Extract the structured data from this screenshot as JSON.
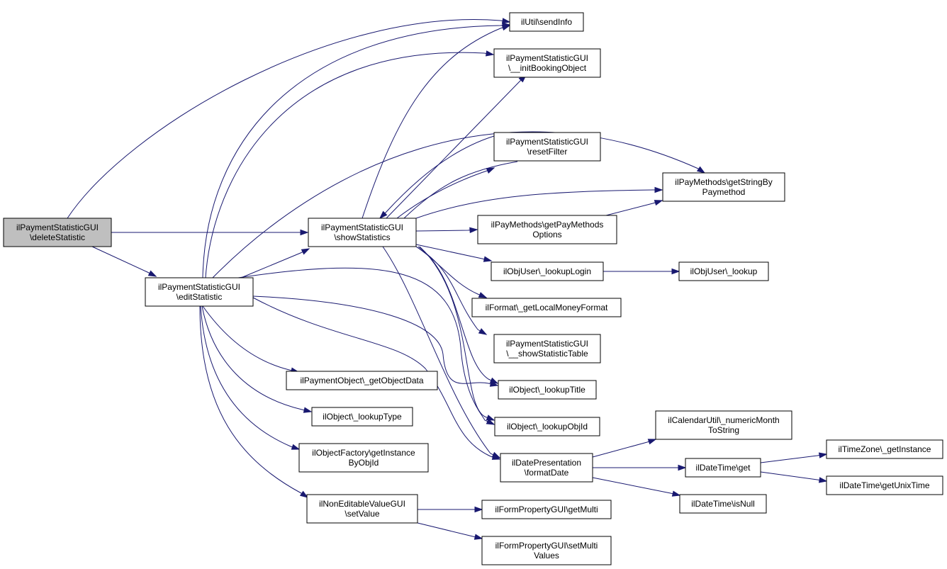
{
  "colors": {
    "edge": "#191970",
    "node_fill": "#ffffff",
    "root_fill": "#bfbfbf",
    "border": "#000000"
  },
  "nodes": {
    "delete_statistic": [
      "ilPaymentStatisticGUI",
      "\\deleteStatistic"
    ],
    "edit_statistic": [
      "ilPaymentStatisticGUI",
      "\\editStatistic"
    ],
    "show_statistics": [
      "ilPaymentStatisticGUI",
      "\\showStatistics"
    ],
    "send_info": [
      "ilUtil\\sendInfo"
    ],
    "init_booking_object": [
      "ilPaymentStatisticGUI",
      "\\__initBookingObject"
    ],
    "reset_filter": [
      "ilPaymentStatisticGUI",
      "\\resetFilter"
    ],
    "get_string_by_paymethod": [
      "ilPayMethods\\getStringBy",
      "Paymethod"
    ],
    "get_pay_methods_options": [
      "ilPayMethods\\getPayMethods",
      "Options"
    ],
    "lookup_login": [
      "ilObjUser\\_lookupLogin"
    ],
    "obj_user_lookup": [
      "ilObjUser\\_lookup"
    ],
    "get_local_money_format": [
      "ilFormat\\_getLocalMoneyFormat"
    ],
    "show_statistic_table": [
      "ilPaymentStatisticGUI",
      "\\__showStatisticTable"
    ],
    "get_object_data": [
      "ilPaymentObject\\_getObjectData"
    ],
    "lookup_title": [
      "ilObject\\_lookupTitle"
    ],
    "lookup_type": [
      "ilObject\\_lookupType"
    ],
    "lookup_obj_id": [
      "ilObject\\_lookupObjId"
    ],
    "get_instance_by_obj_id": [
      "ilObjectFactory\\getInstance",
      "ByObjId"
    ],
    "numeric_month_to_string": [
      "ilCalendarUtil\\_numericMonth",
      "ToString"
    ],
    "format_date": [
      "ilDatePresentation",
      "\\formatDate"
    ],
    "date_time_get": [
      "ilDateTime\\get"
    ],
    "time_zone_get_instance": [
      "ilTimeZone\\_getInstance"
    ],
    "get_unix_time": [
      "ilDateTime\\getUnixTime"
    ],
    "is_null": [
      "ilDateTime\\isNull"
    ],
    "set_value": [
      "ilNonEditableValueGUI",
      "\\setValue"
    ],
    "get_multi": [
      "ilFormPropertyGUI\\getMulti"
    ],
    "set_multi_values": [
      "ilFormPropertyGUI\\setMulti",
      "Values"
    ]
  }
}
